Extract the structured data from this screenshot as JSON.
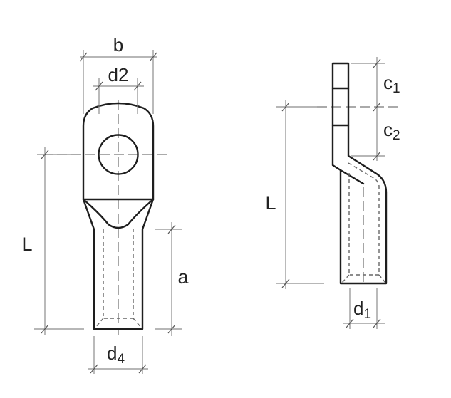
{
  "diagram": {
    "type": "technical-drawing",
    "subject": "cable lug (tube terminal) dimensions",
    "front_view": {
      "labels": {
        "b": "b",
        "d2": "d2",
        "L": "L",
        "a": "a",
        "d4_base": "d",
        "d4_sub": "4"
      }
    },
    "side_view": {
      "labels": {
        "c1_base": "c",
        "c1_sub": "1",
        "c2_base": "c",
        "c2_sub": "2",
        "L": "L",
        "d1_base": "d",
        "d1_sub": "1"
      }
    },
    "colors": {
      "outline": "#1e1e1e",
      "dimension_line": "#8c8c8c",
      "background": "#ffffff"
    }
  }
}
